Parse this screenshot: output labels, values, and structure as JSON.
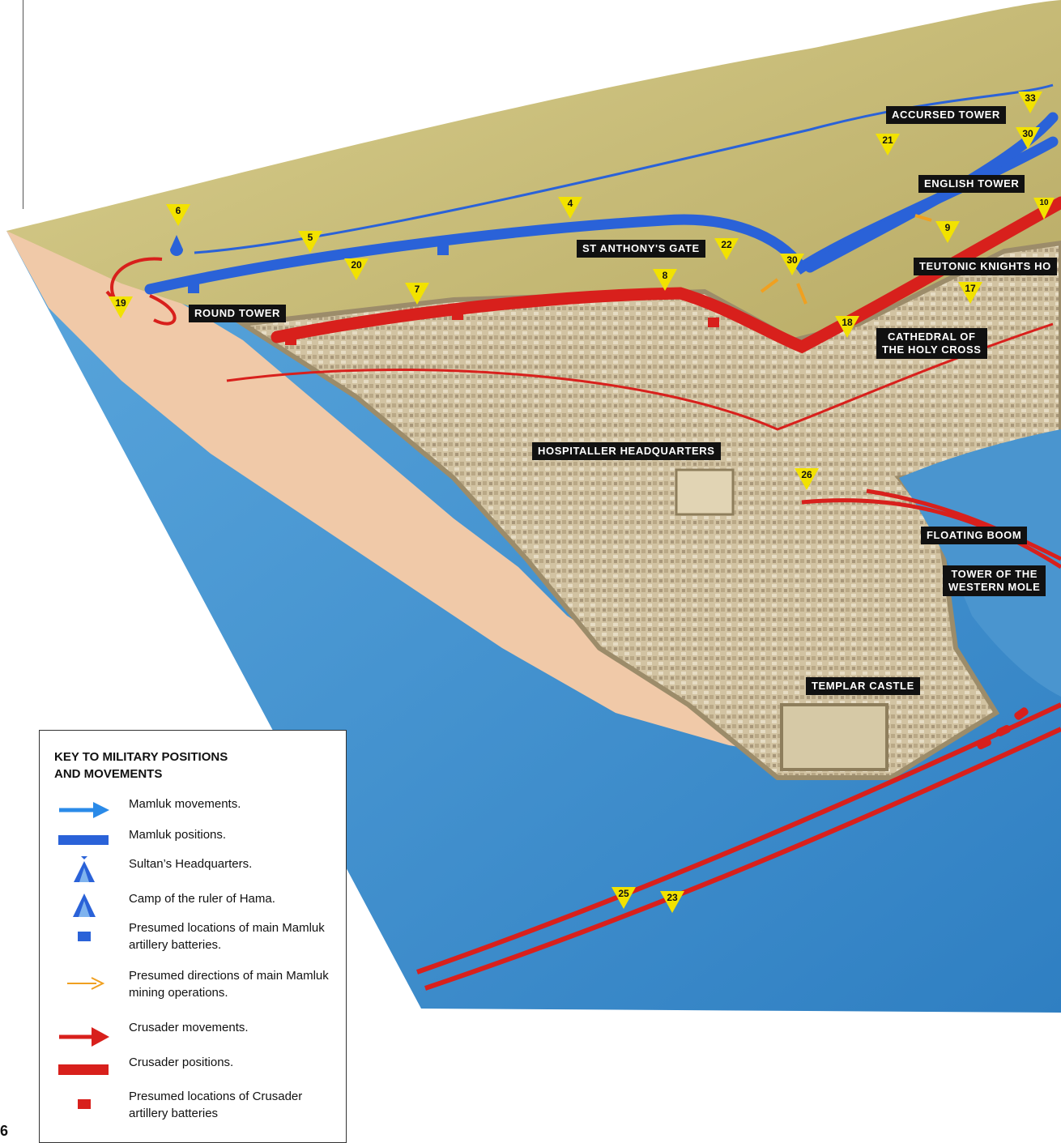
{
  "page_number": "6",
  "labels": {
    "accursed_tower": "ACCURSED TOWER",
    "english_tower": "ENGLISH TOWER",
    "st_anthonys_gate": "ST ANTHONY'S GATE",
    "teutonic_knights": "TEUTONIC KNIGHTS HO",
    "round_tower": "ROUND TOWER",
    "cathedral_line1": "CATHEDRAL OF",
    "cathedral_line2": "THE HOLY CROSS",
    "hospitaller_hq": "HOSPITALLER HEADQUARTERS",
    "floating_boom": "FLOATING BOOM",
    "western_mole_line1": "TOWER OF THE",
    "western_mole_line2": "WESTERN MOLE",
    "templar_castle": "TEMPLAR CASTLE"
  },
  "markers": [
    "33",
    "30",
    "21",
    "4",
    "6",
    "5",
    "22",
    "20",
    "30",
    "9",
    "7",
    "8",
    "17",
    "19",
    "18",
    "10",
    "26",
    "25",
    "23"
  ],
  "key": {
    "title": "KEY TO MILITARY POSITIONS\nAND MOVEMENTS",
    "items": [
      {
        "symbol": "blue-arrow",
        "text": "Mamluk movements."
      },
      {
        "symbol": "blue-bar",
        "text": "Mamluk positions."
      },
      {
        "symbol": "blue-tent-flag",
        "text": "Sultan’s Headquarters."
      },
      {
        "symbol": "blue-tent",
        "text": "Camp of the ruler of Hama."
      },
      {
        "symbol": "blue-square",
        "text": "Presumed locations of main Mamluk artillery batteries."
      },
      {
        "symbol": "orange-arrow",
        "text": "Presumed directions of main Mamluk mining operations."
      },
      {
        "symbol": "red-arrow",
        "text": "Crusader movements."
      },
      {
        "symbol": "red-bar",
        "text": "Crusader positions."
      },
      {
        "symbol": "red-square",
        "text": "Presumed locations of Crusader artillery batteries"
      }
    ]
  },
  "colors": {
    "mamluk": "#2a62d8",
    "crusader": "#d8201c",
    "mining": "#f0a020",
    "marker": "#f2e200",
    "sea": "#3f8fcf",
    "land": "#c9bc74",
    "city": "#cfc0a0"
  }
}
